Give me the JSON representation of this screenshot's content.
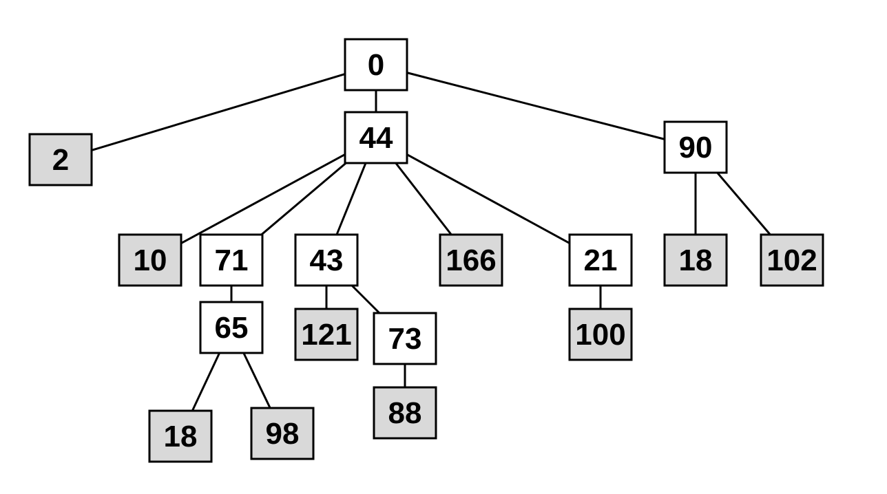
{
  "colors": {
    "internal_fill": "#ffffff",
    "leaf_fill": "#d9d9d9",
    "stroke": "#000000"
  },
  "nodes": [
    {
      "id": "n0",
      "label": "0",
      "kind": "internal"
    },
    {
      "id": "n2",
      "label": "2",
      "kind": "leaf"
    },
    {
      "id": "n44",
      "label": "44",
      "kind": "internal"
    },
    {
      "id": "n90",
      "label": "90",
      "kind": "internal"
    },
    {
      "id": "n10",
      "label": "10",
      "kind": "leaf"
    },
    {
      "id": "n71",
      "label": "71",
      "kind": "internal"
    },
    {
      "id": "n43",
      "label": "43",
      "kind": "internal"
    },
    {
      "id": "n166",
      "label": "166",
      "kind": "leaf"
    },
    {
      "id": "n21",
      "label": "21",
      "kind": "internal"
    },
    {
      "id": "n18a",
      "label": "18",
      "kind": "leaf"
    },
    {
      "id": "n102",
      "label": "102",
      "kind": "leaf"
    },
    {
      "id": "n65",
      "label": "65",
      "kind": "internal"
    },
    {
      "id": "n121",
      "label": "121",
      "kind": "leaf"
    },
    {
      "id": "n73",
      "label": "73",
      "kind": "internal"
    },
    {
      "id": "n100",
      "label": "100",
      "kind": "leaf"
    },
    {
      "id": "n88",
      "label": "88",
      "kind": "leaf"
    },
    {
      "id": "n18b",
      "label": "18",
      "kind": "leaf"
    },
    {
      "id": "n98",
      "label": "98",
      "kind": "leaf"
    }
  ],
  "edges": [
    [
      "n0",
      "n2"
    ],
    [
      "n0",
      "n44"
    ],
    [
      "n0",
      "n90"
    ],
    [
      "n44",
      "n10"
    ],
    [
      "n44",
      "n71"
    ],
    [
      "n44",
      "n43"
    ],
    [
      "n44",
      "n166"
    ],
    [
      "n44",
      "n21"
    ],
    [
      "n90",
      "n18a"
    ],
    [
      "n90",
      "n102"
    ],
    [
      "n71",
      "n65"
    ],
    [
      "n43",
      "n121"
    ],
    [
      "n43",
      "n73"
    ],
    [
      "n21",
      "n100"
    ],
    [
      "n73",
      "n88"
    ],
    [
      "n65",
      "n18b"
    ],
    [
      "n65",
      "n98"
    ]
  ]
}
